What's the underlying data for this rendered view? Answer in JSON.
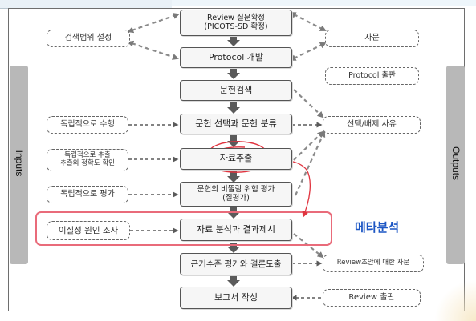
{
  "side_labels": {
    "left": "Inputs",
    "right": "Outputs"
  },
  "main_steps": [
    {
      "id": "review",
      "lines": [
        "Review 질문확정",
        "(PICOTS-SD 확정)"
      ]
    },
    {
      "id": "protocol",
      "lines": [
        "Protocol 개발"
      ]
    },
    {
      "id": "search",
      "lines": [
        "문헌검색"
      ]
    },
    {
      "id": "selection",
      "lines": [
        "문헌 선택과 문헌 분류"
      ]
    },
    {
      "id": "extraction",
      "lines": [
        "자료추출"
      ]
    },
    {
      "id": "bias",
      "lines": [
        "문헌의 비뚤림 위험 평가",
        "(질평가)"
      ]
    },
    {
      "id": "analysis",
      "lines": [
        "자료 분석과 결과제시"
      ]
    },
    {
      "id": "evidence",
      "lines": [
        "근거수준 평가와 결론도출"
      ]
    },
    {
      "id": "report",
      "lines": [
        "보고서 작성"
      ]
    }
  ],
  "inputs": [
    {
      "id": "search-scope",
      "lines": [
        "검색범위 설정"
      ]
    },
    {
      "id": "independent-perform",
      "lines": [
        "독립적으로 수행"
      ]
    },
    {
      "id": "independent-extract",
      "lines": [
        "독립적으로 추출",
        "추출의 정확도 확인"
      ]
    },
    {
      "id": "independent-assess",
      "lines": [
        "독립적으로 평가"
      ]
    },
    {
      "id": "heterogeneity",
      "lines": [
        "이질성 원인 조사"
      ]
    }
  ],
  "outputs": [
    {
      "id": "advice",
      "lines": [
        "자문"
      ]
    },
    {
      "id": "protocol-publish",
      "lines": [
        "Protocol 출판"
      ]
    },
    {
      "id": "exclusion-reason",
      "lines": [
        "선택/배제 사유"
      ]
    },
    {
      "id": "review-draft-advice",
      "lines": [
        "Review초안에 대한 자문"
      ]
    },
    {
      "id": "review-publish",
      "lines": [
        "Review 출판"
      ]
    }
  ],
  "annotation": {
    "label": "메타분석",
    "highlight_color": "#e96b7a",
    "pen_color": "#e0343f",
    "text_color": "#1c56c4"
  },
  "colors": {
    "box_fill": "#f6f6f6",
    "arrow": "#5a5a5a",
    "side_bar": "#b8b8b8"
  }
}
